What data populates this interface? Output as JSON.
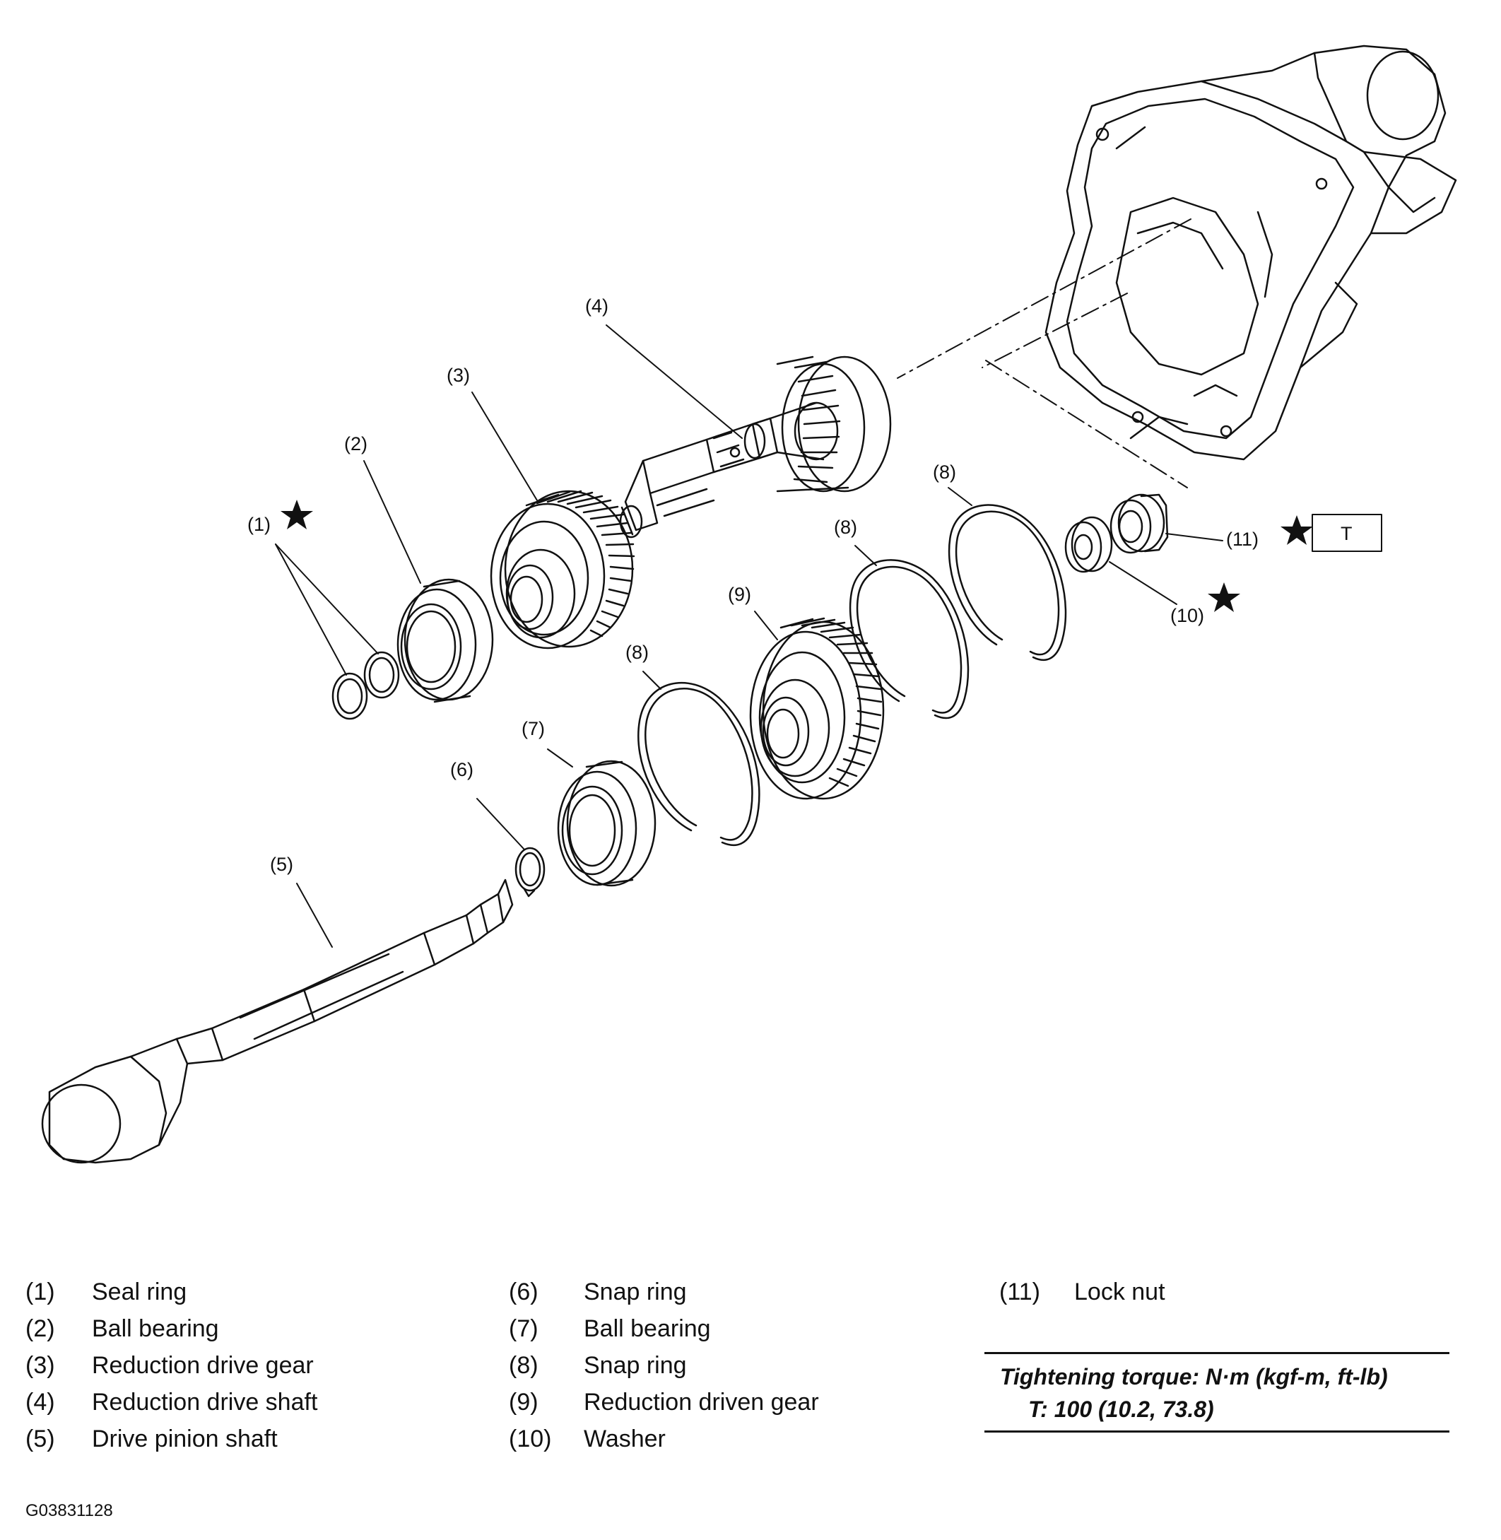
{
  "callouts": {
    "c1": "(1)",
    "c2": "(2)",
    "c3": "(3)",
    "c4": "(4)",
    "c5": "(5)",
    "c6": "(6)",
    "c7": "(7)",
    "c8a": "(8)",
    "c8b": "(8)",
    "c8c": "(8)",
    "c9": "(9)",
    "c10": "(10)",
    "c11": "(11)",
    "torque_tag": "T"
  },
  "legend": {
    "col1": [
      {
        "num": "(1)",
        "name": "Seal ring"
      },
      {
        "num": "(2)",
        "name": "Ball bearing"
      },
      {
        "num": "(3)",
        "name": "Reduction drive gear"
      },
      {
        "num": "(4)",
        "name": "Reduction drive shaft"
      },
      {
        "num": "(5)",
        "name": "Drive pinion shaft"
      }
    ],
    "col2": [
      {
        "num": "(6)",
        "name": "Snap ring"
      },
      {
        "num": "(7)",
        "name": "Ball bearing"
      },
      {
        "num": "(8)",
        "name": "Snap ring"
      },
      {
        "num": "(9)",
        "name": "Reduction driven gear"
      },
      {
        "num": "(10)",
        "name": "Washer"
      }
    ],
    "col3": [
      {
        "num": "(11)",
        "name": "Lock nut"
      }
    ]
  },
  "torque": {
    "title": "Tightening torque: N·m (kgf-m, ft-lb)",
    "value": "T:   100 (10.2, 73.8)"
  },
  "figure_code": "G03831128"
}
